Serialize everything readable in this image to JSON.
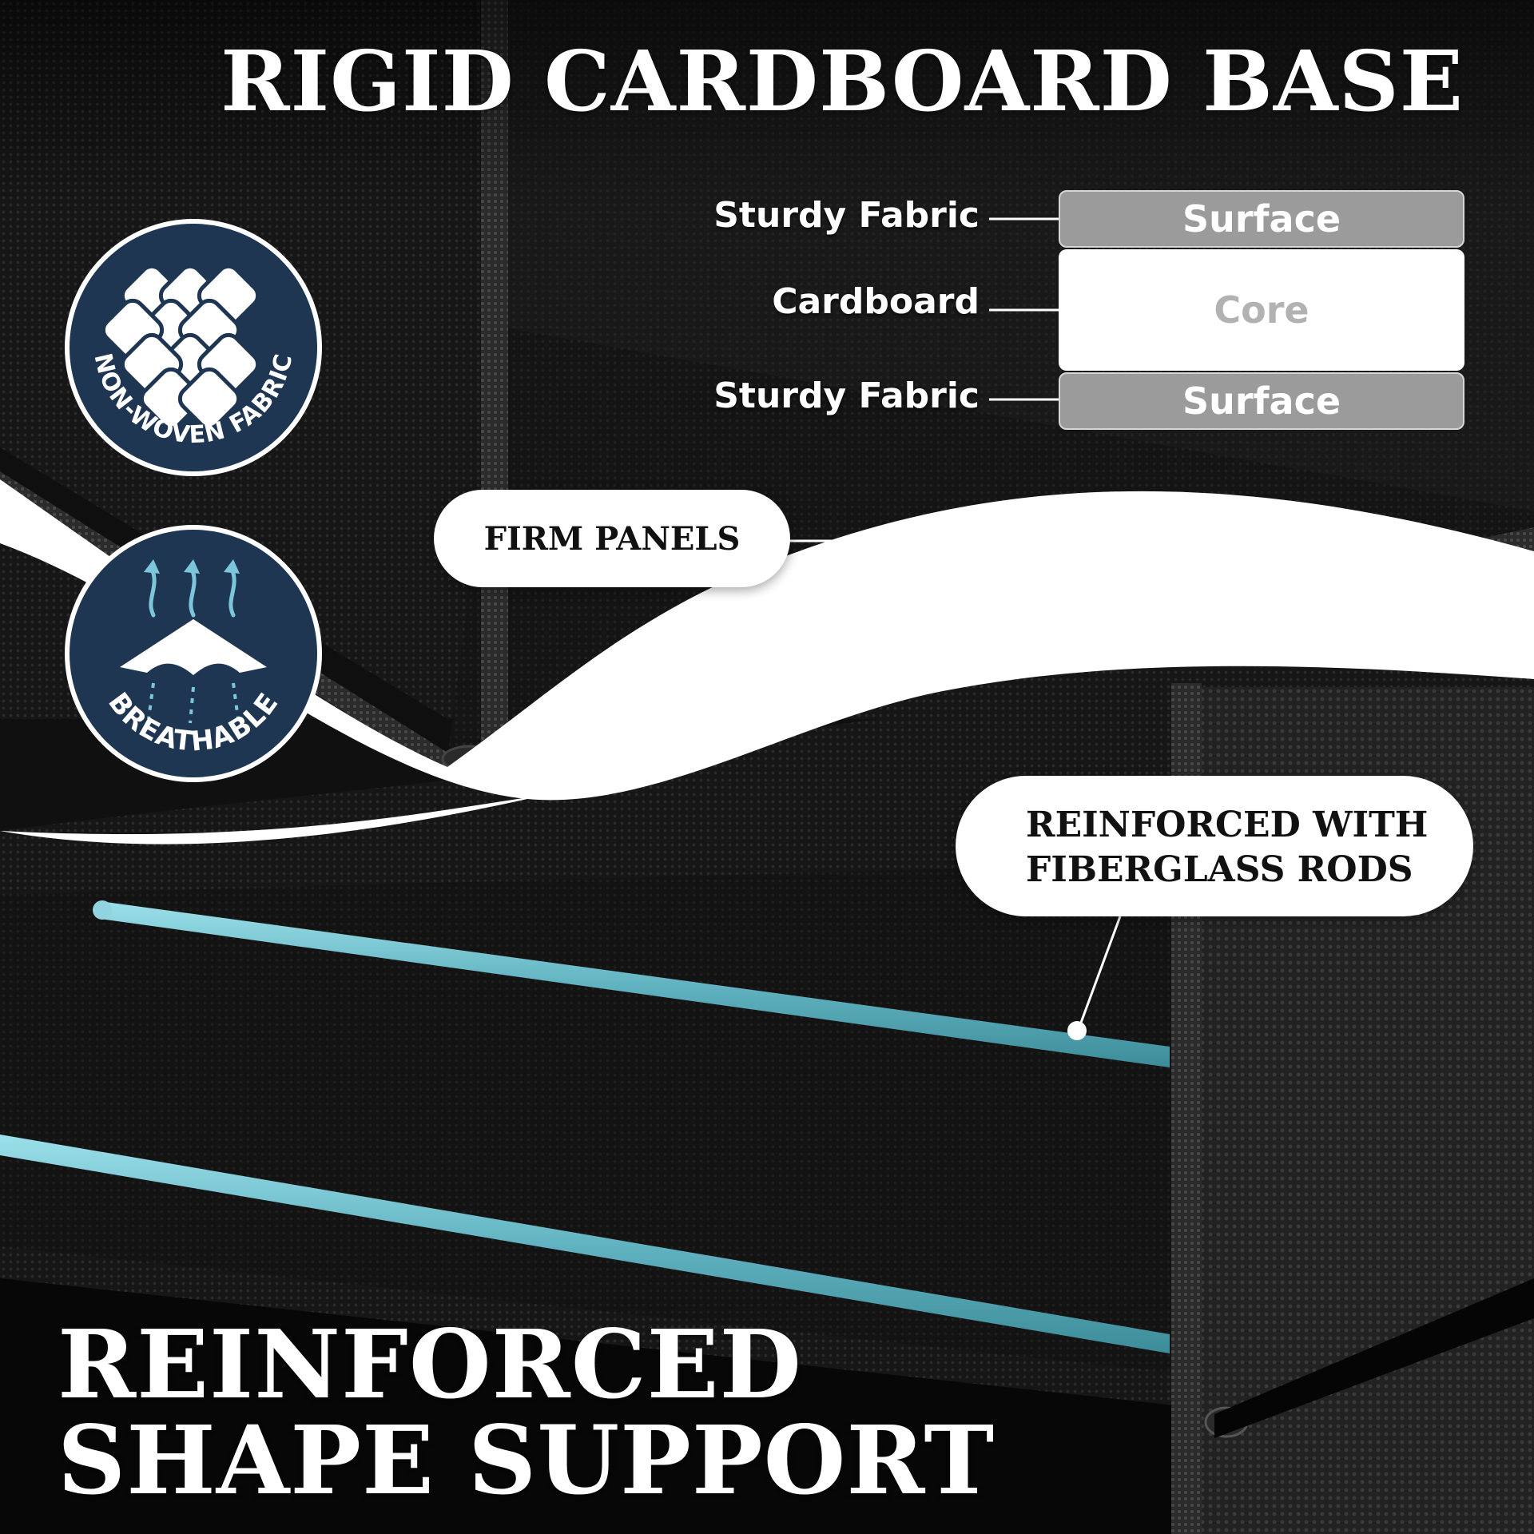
{
  "headlines": {
    "top": "RIGID CARDBOARD BASE",
    "bottom_line_1": "REINFORCED",
    "bottom_line_2": "SHAPE SUPPORT"
  },
  "layer_diagram": {
    "layers": [
      {
        "label": "Sturdy Fabric",
        "block": "Surface"
      },
      {
        "label": "Cardboard",
        "block": "Core"
      },
      {
        "label": "Sturdy Fabric",
        "block": "Surface"
      }
    ]
  },
  "callouts": {
    "firm_panels": "FIRM PANELS",
    "fiberglass_line_1": "REINFORCED WITH",
    "fiberglass_line_2": "FIBERGLASS RODS"
  },
  "badges": {
    "non_woven": {
      "text": "NON-WOVEN FABRIC",
      "icon": "woven-lattice-icon"
    },
    "breathable": {
      "text": "BREATHABLE",
      "icon": "breathable-fabric-icon"
    }
  },
  "colors": {
    "badge_navy": "#1f3652",
    "rod_blue": "#6cb9c6",
    "fabric_dark": "#141414",
    "surface_gray": "#9b9b9b"
  }
}
